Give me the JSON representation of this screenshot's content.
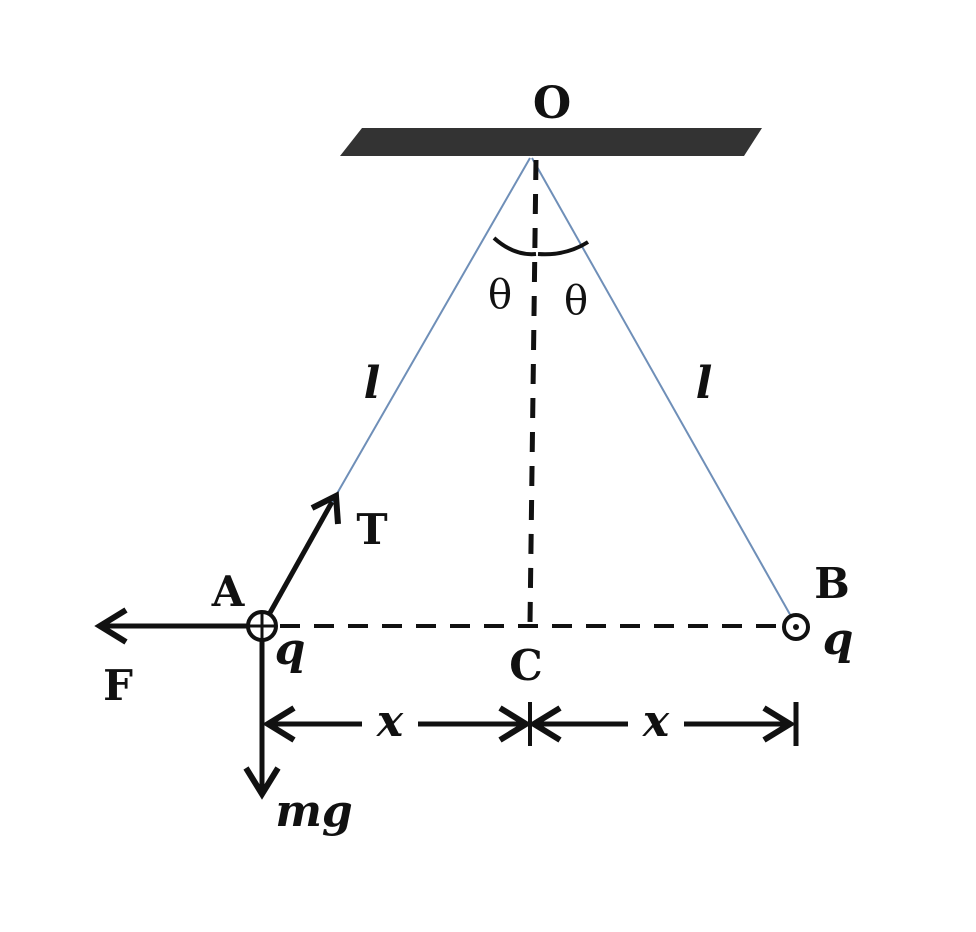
{
  "labels": {
    "pivot": "O",
    "theta_left": "θ",
    "theta_right": "θ",
    "length_left": "l",
    "length_right": "l",
    "tension": "T",
    "point_a": "A",
    "point_b": "B",
    "point_c": "C",
    "charge_a": "q",
    "charge_b": "q",
    "force": "F",
    "weight": "mg",
    "dist_left": "x",
    "dist_right": "x"
  },
  "colors": {
    "ink": "#111111",
    "string": "#6f8fb8",
    "ceiling": "#333333"
  }
}
